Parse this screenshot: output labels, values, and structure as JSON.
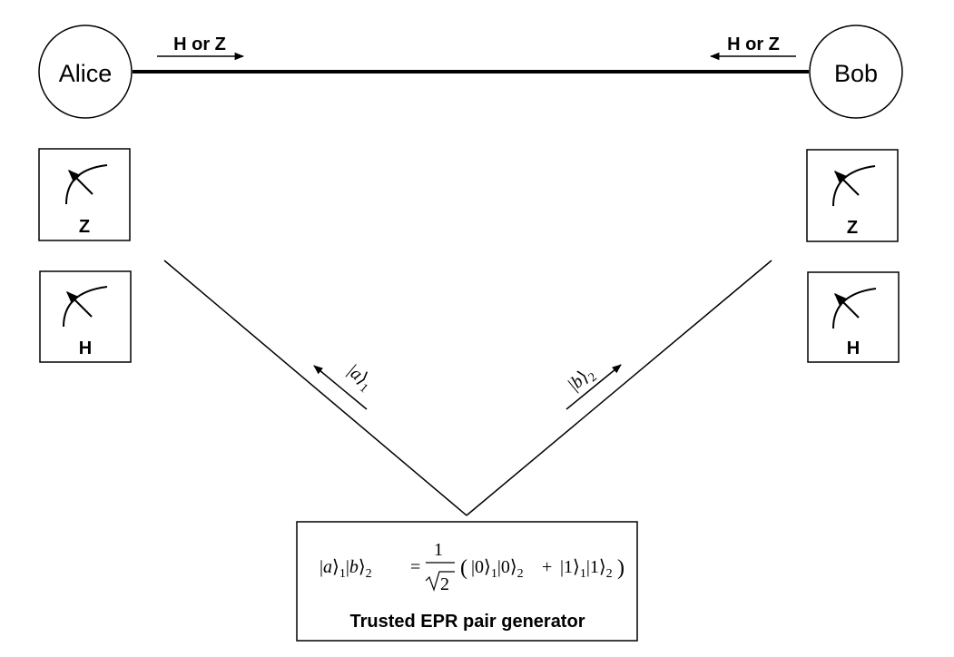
{
  "nodes": {
    "alice": "Alice",
    "bob": "Bob"
  },
  "channel": {
    "alice_label": "H or Z",
    "bob_label": "H or Z"
  },
  "detectors": {
    "alice_z": "Z",
    "alice_h": "H",
    "bob_z": "Z",
    "bob_h": "H"
  },
  "beams": {
    "alice_state": "a",
    "alice_sub": "1",
    "bob_state": "b",
    "bob_sub": "2"
  },
  "source": {
    "equation_lhs_a": "a",
    "equation_lhs_b": "b",
    "equation_sub1": "1",
    "equation_sub2": "2",
    "equals": "=",
    "numerator": "1",
    "sqrt_arg": "2",
    "ket0": "0",
    "ket1": "1",
    "plus": "+",
    "title": "Trusted EPR pair generator"
  }
}
